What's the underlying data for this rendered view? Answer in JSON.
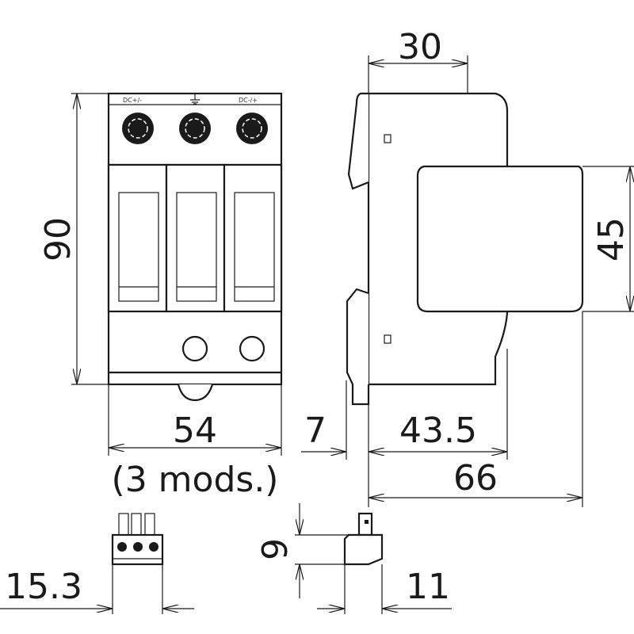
{
  "drawing": {
    "terminal_labels": [
      "DC+/-",
      "DC-/+"
    ],
    "ground_symbol": "earth-ground-icon",
    "colors": {
      "line": "#1a1a1a",
      "background": "#ffffff"
    }
  },
  "dimensions": {
    "height": "90",
    "width": "54",
    "modules": "(3 mods.)",
    "top_depth": "30",
    "cap_height": "45",
    "clip": "7",
    "body_depth": "43.5",
    "total_depth": "66",
    "connector_width": "15.3",
    "connector_height": "9",
    "connector_depth": "11"
  }
}
